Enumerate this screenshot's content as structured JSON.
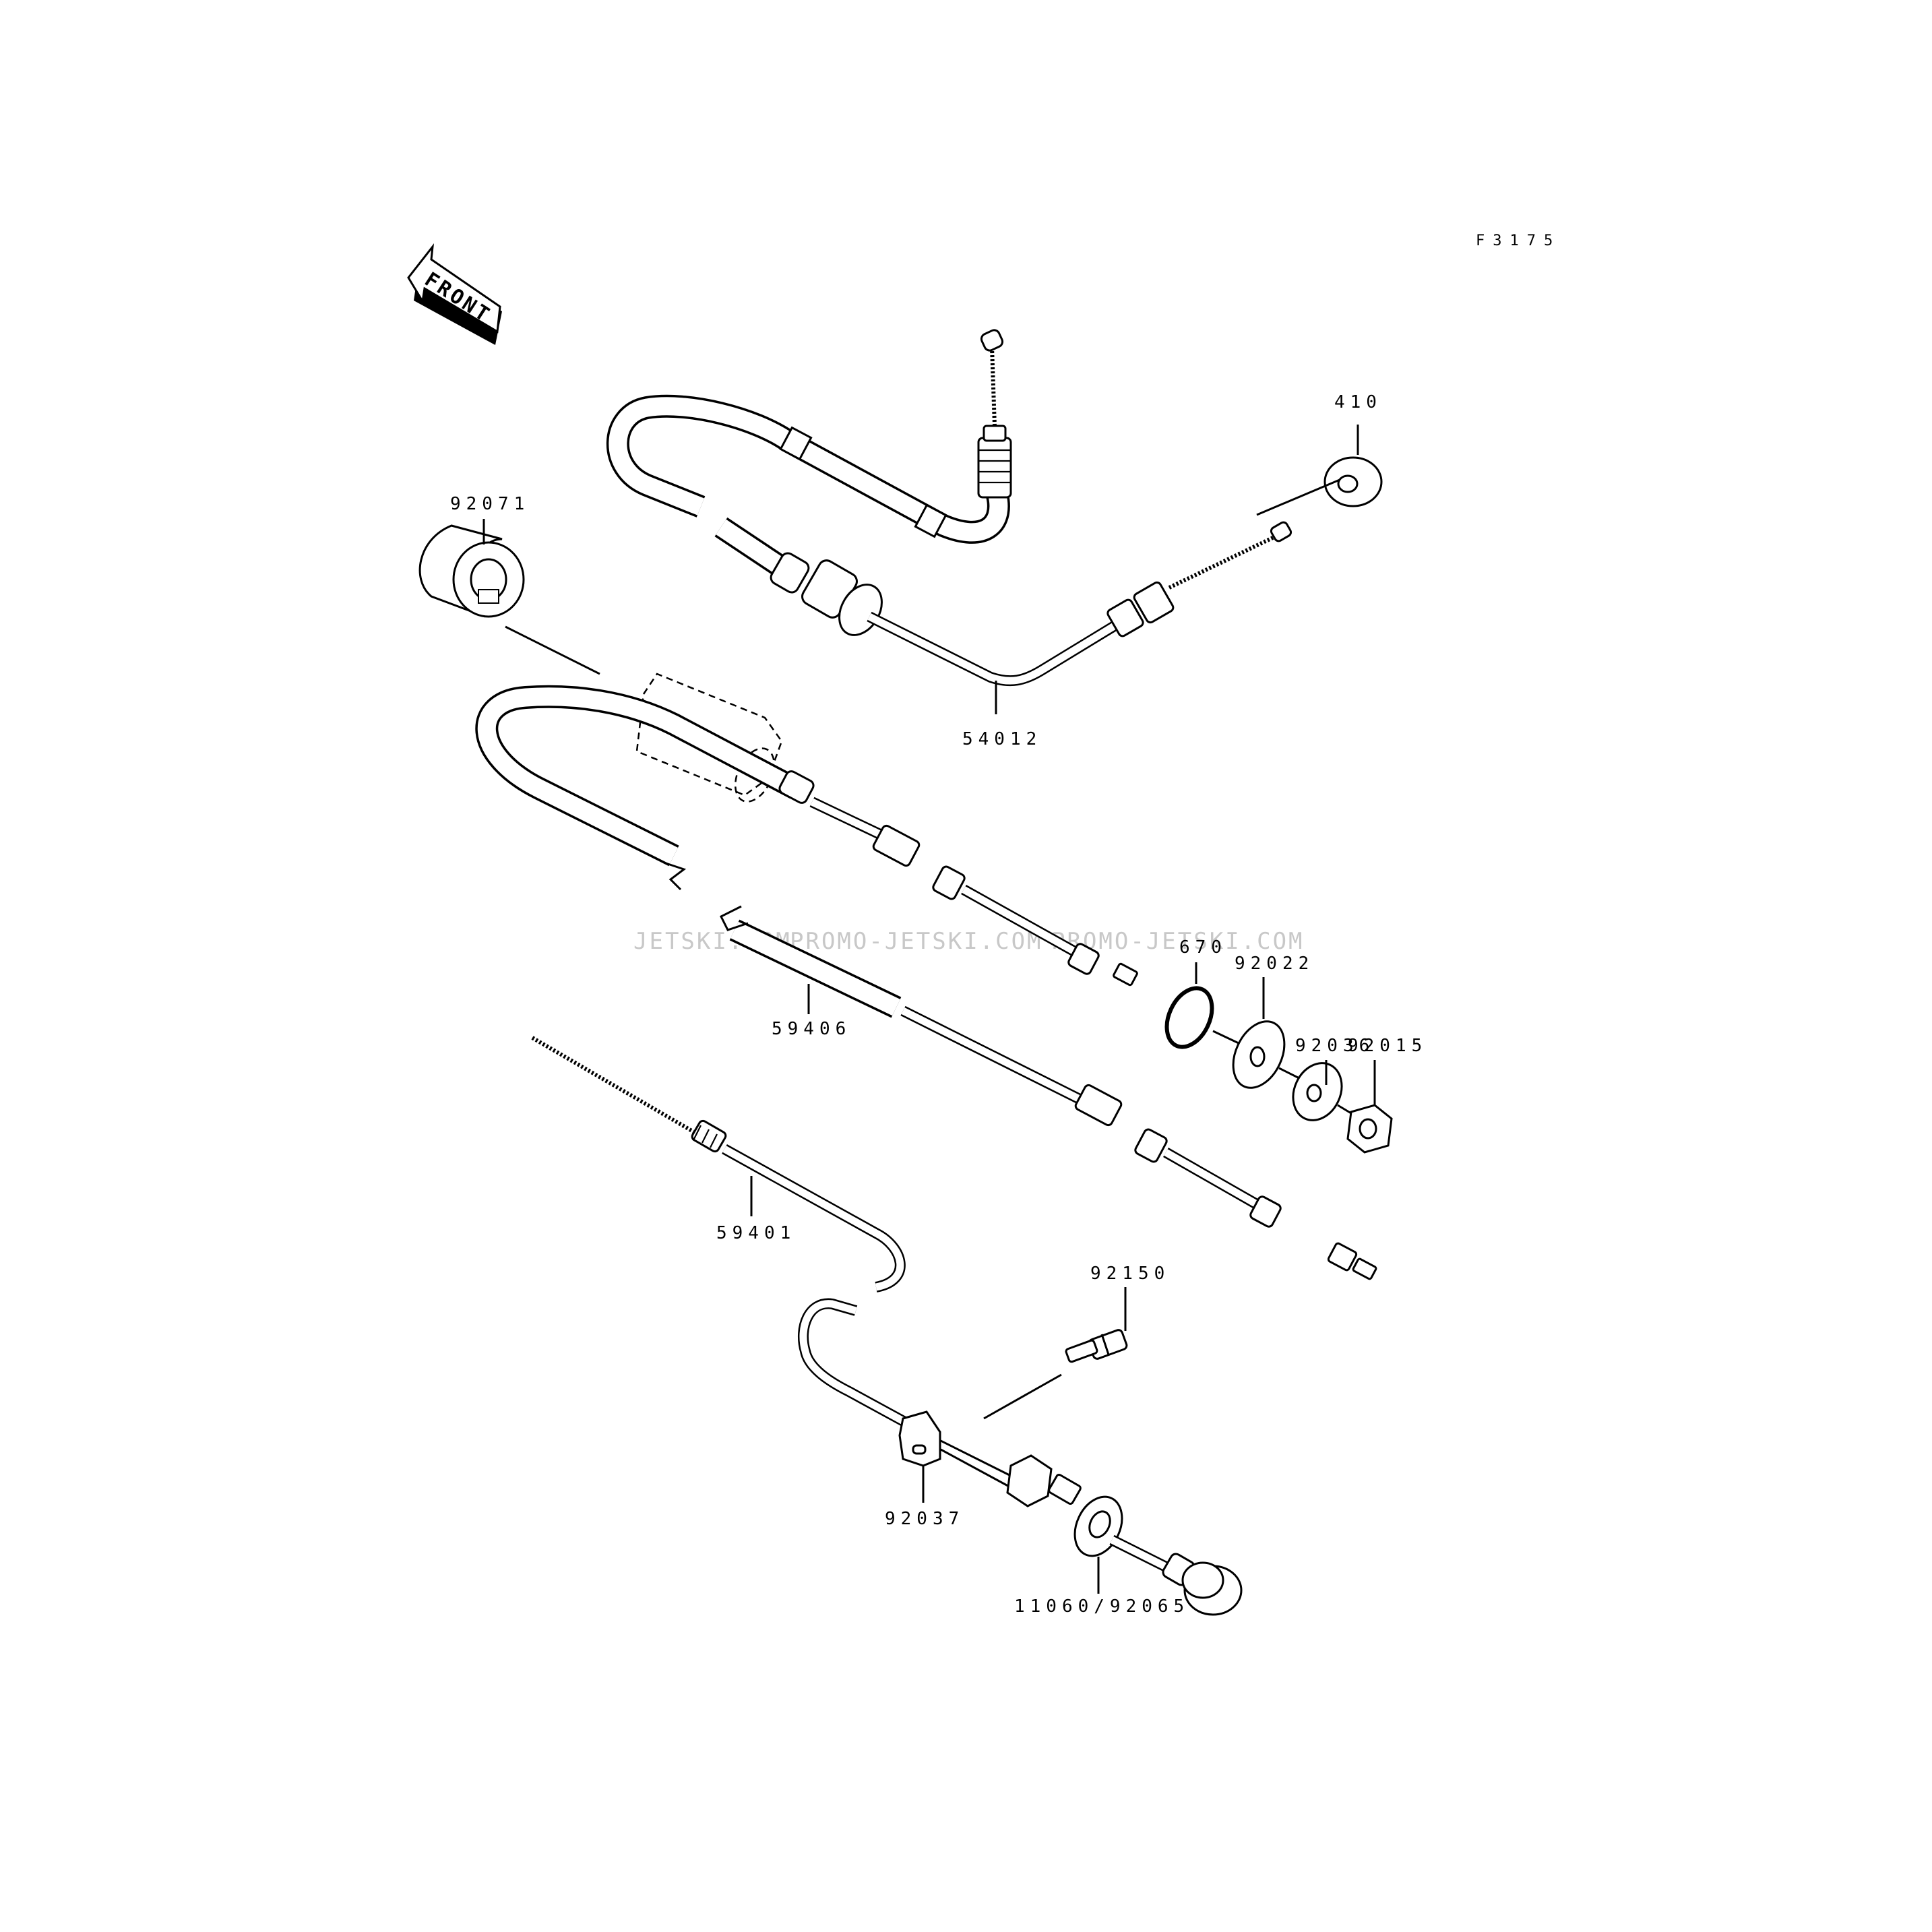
{
  "figure_code": "F3175",
  "front_label": "FRONT",
  "watermarks": [
    "JETSKI.COM",
    "PROMO-JETSKI.COM",
    "PROMO-JETSKI.COM"
  ],
  "parts": [
    {
      "key": "p410",
      "number": "410"
    },
    {
      "key": "p92071",
      "number": "92071"
    },
    {
      "key": "p54012",
      "number": "54012"
    },
    {
      "key": "p670",
      "number": "670"
    },
    {
      "key": "p92022",
      "number": "92022"
    },
    {
      "key": "p92036",
      "number": "92036"
    },
    {
      "key": "p92015",
      "number": "92015"
    },
    {
      "key": "p59406",
      "number": "59406"
    },
    {
      "key": "p59401",
      "number": "59401"
    },
    {
      "key": "p92150",
      "number": "92150"
    },
    {
      "key": "p92037",
      "number": "92037"
    },
    {
      "key": "p11060",
      "number": "11060/92065"
    }
  ]
}
